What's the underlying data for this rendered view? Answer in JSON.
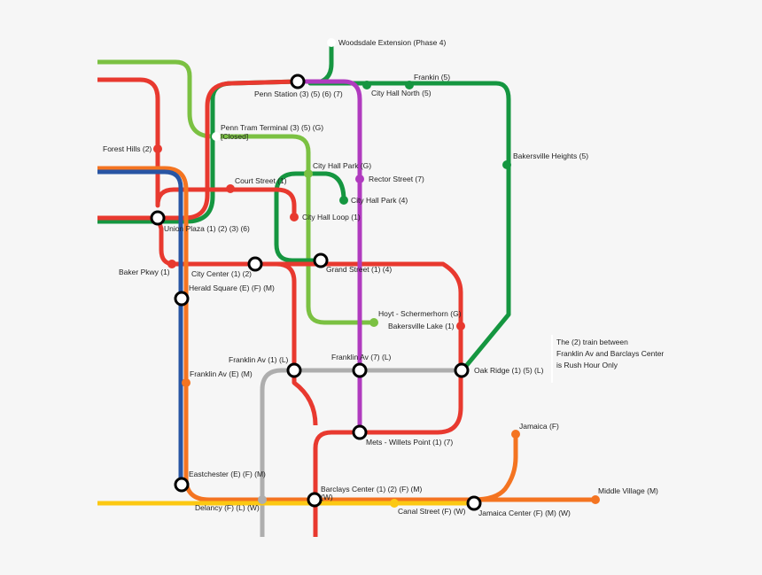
{
  "lines": {
    "red": {
      "color": "#e8392f"
    },
    "green": {
      "color": "#159640"
    },
    "lightgreen": {
      "color": "#7bc142"
    },
    "orange": {
      "color": "#f47421"
    },
    "blue": {
      "color": "#2855a4"
    },
    "purple": {
      "color": "#b03bbf"
    },
    "gray": {
      "color": "#aeaeae"
    },
    "yellow": {
      "color": "#fcc812"
    }
  },
  "stations": {
    "woodsdale": "Woodsdale Extension (Phase 4)",
    "frankin": "Frankin (5)",
    "penn_station": "Penn Station (3) (5) (6) (7)",
    "city_hall_north": "City Hall North (5)",
    "penn_tram_1": "Penn Tram Terminal (3) (5) (G)",
    "penn_tram_2": "[Closed]",
    "forest_hills": "Forest Hills (2)",
    "bakersville_heights": "Bakersville Heights (5)",
    "court_street": "Court Street (1)",
    "city_hall_park_g": "City Hall Park (G)",
    "rector_street": "Rector Street (7)",
    "city_hall_park_4": "City Hall Park (4)",
    "city_hall_loop": "City Hall Loop (1)",
    "union_plaza": "Union Plaza (1) (2) (3) (6)",
    "baker_pkwy": "Baker Pkwy (1)",
    "city_center": "City Center (1) (2)",
    "grand_street": "Grand Street (1) (4)",
    "herald_square": "Herald Square (E) (F) (M)",
    "hoyt": "Hoyt - Schermerhorn (G)",
    "bakersville_lake": "Bakersville Lake (1)",
    "franklin_1l": "Franklin Av (1) (L)",
    "franklin_7l": "Franklin Av (7) (L)",
    "oak_ridge": "Oak Ridge (1) (5) (L)",
    "franklin_efm": "Franklin Av (E) (M)",
    "mets": "Mets - Willets Point (1) (7)",
    "jamaica": "Jamaica (F)",
    "eastchester": "Eastchester (E) (F) (M)",
    "barclays_1": "Barclays Center (1) (2) (F) (M)",
    "barclays_2": "(W)",
    "middle_village": "Middle Village (M)",
    "delancy": "Delancy (F) (L) (W)",
    "canal_street": "Canal Street (F) (W)",
    "jamaica_center": "Jamaica Center (F) (M) (W)"
  },
  "note": {
    "line1": "The (2) train between",
    "line2": "Franklin Av and Barclays Center",
    "line3": "is Rush Hour Only"
  }
}
